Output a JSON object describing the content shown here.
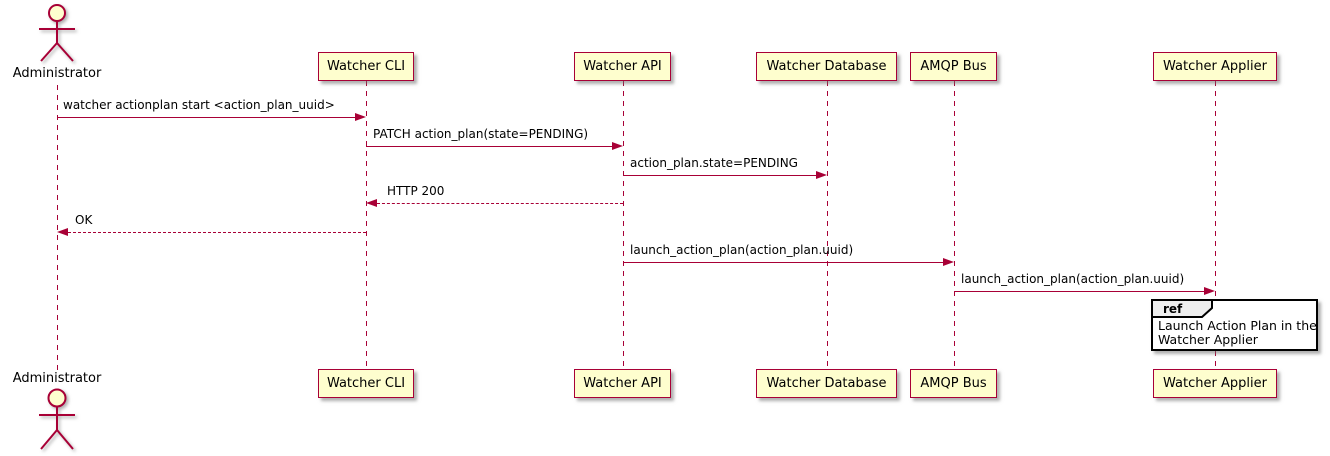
{
  "diagram": {
    "type": "sequence-diagram",
    "colors": {
      "participant_fill": "#FEFECE",
      "participant_border": "#A80036",
      "arrow": "#A80036",
      "lifeline": "#A80036",
      "text": "#000000",
      "ref_border": "#000000",
      "ref_header_fill": "#EEEEEE",
      "ref_fill": "#FFFFFF"
    },
    "actor": {
      "name": "Administrator",
      "icon": "stickman-actor-icon"
    },
    "participants": [
      {
        "name": "Watcher CLI"
      },
      {
        "name": "Watcher API"
      },
      {
        "name": "Watcher Database"
      },
      {
        "name": "AMQP Bus"
      },
      {
        "name": "Watcher Applier"
      }
    ],
    "messages": [
      {
        "from": "Administrator",
        "to": "Watcher CLI",
        "label": "watcher actionplan start <action_plan_uuid>",
        "line": "solid",
        "direction": "right"
      },
      {
        "from": "Watcher CLI",
        "to": "Watcher API",
        "label": "PATCH action_plan(state=PENDING)",
        "line": "solid",
        "direction": "right"
      },
      {
        "from": "Watcher API",
        "to": "Watcher Database",
        "label": "action_plan.state=PENDING",
        "line": "solid",
        "direction": "right"
      },
      {
        "from": "Watcher API",
        "to": "Watcher CLI",
        "label": "HTTP 200",
        "line": "dashed",
        "direction": "left"
      },
      {
        "from": "Watcher CLI",
        "to": "Administrator",
        "label": "OK",
        "line": "dashed",
        "direction": "left"
      },
      {
        "from": "Watcher API",
        "to": "AMQP Bus",
        "label": "launch_action_plan(action_plan.uuid)",
        "line": "solid",
        "direction": "right"
      },
      {
        "from": "AMQP Bus",
        "to": "Watcher Applier",
        "label": "launch_action_plan(action_plan.uuid)",
        "line": "solid",
        "direction": "right"
      }
    ],
    "ref_fragment": {
      "keyword": "ref",
      "over": "Watcher Applier",
      "lines": [
        "Launch Action Plan in the",
        "Watcher Applier"
      ]
    }
  }
}
